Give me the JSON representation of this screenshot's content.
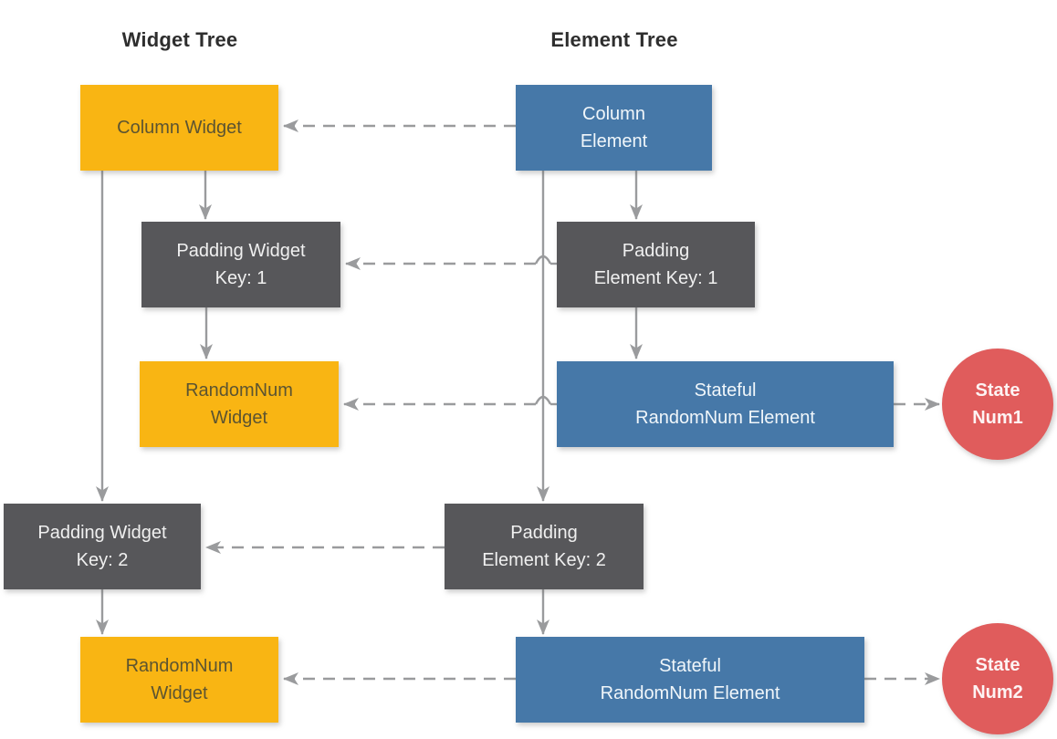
{
  "diagram": {
    "headers": [
      {
        "id": "widget-tree",
        "label": "Widget Tree"
      },
      {
        "id": "element-tree",
        "label": "Element Tree"
      }
    ],
    "nodes": [
      {
        "id": "column-widget",
        "type": "widget",
        "label": "Column Widget"
      },
      {
        "id": "column-element",
        "type": "element",
        "label": "Column\nElement"
      },
      {
        "id": "padding-widget-1",
        "type": "padding",
        "label": "Padding Widget\nKey: 1"
      },
      {
        "id": "padding-element-1",
        "type": "padding",
        "label": "Padding\nElement Key: 1"
      },
      {
        "id": "randomnum-widget-1",
        "type": "widget",
        "label": "RandomNum\nWidget"
      },
      {
        "id": "stateful-randomnum-element-1",
        "type": "element",
        "label": "Stateful\nRandomNum Element"
      },
      {
        "id": "state-num1",
        "type": "state",
        "label": "State\nNum1"
      },
      {
        "id": "padding-widget-2",
        "type": "padding",
        "label": "Padding Widget\nKey: 2"
      },
      {
        "id": "padding-element-2",
        "type": "padding",
        "label": "Padding\nElement Key: 2"
      },
      {
        "id": "randomnum-widget-2",
        "type": "widget",
        "label": "RandomNum\nWidget"
      },
      {
        "id": "stateful-randomnum-element-2",
        "type": "element",
        "label": "Stateful\nRandomNum Element"
      },
      {
        "id": "state-num2",
        "type": "state",
        "label": "State\nNum2"
      }
    ],
    "edges": [
      {
        "from": "column-widget",
        "to": "padding-widget-2",
        "style": "solid-arrow"
      },
      {
        "from": "column-widget",
        "to": "padding-widget-1",
        "style": "solid-arrow"
      },
      {
        "from": "padding-widget-1",
        "to": "randomnum-widget-1",
        "style": "solid-arrow"
      },
      {
        "from": "column-element",
        "to": "padding-element-2",
        "style": "solid-arrow"
      },
      {
        "from": "column-element",
        "to": "padding-element-1",
        "style": "solid-arrow"
      },
      {
        "from": "padding-element-1",
        "to": "stateful-randomnum-element-1",
        "style": "solid-arrow"
      },
      {
        "from": "padding-widget-2",
        "to": "randomnum-widget-2",
        "style": "solid-arrow"
      },
      {
        "from": "padding-element-2",
        "to": "stateful-randomnum-element-2",
        "style": "solid-arrow"
      },
      {
        "from": "column-element",
        "to": "column-widget",
        "style": "dashed-arrow"
      },
      {
        "from": "padding-element-1",
        "to": "padding-widget-1",
        "style": "dashed-arrow"
      },
      {
        "from": "stateful-randomnum-element-1",
        "to": "randomnum-widget-1",
        "style": "dashed-arrow"
      },
      {
        "from": "stateful-randomnum-element-1",
        "to": "state-num1",
        "style": "dashed-arrow"
      },
      {
        "from": "padding-element-2",
        "to": "padding-widget-2",
        "style": "dashed-arrow"
      },
      {
        "from": "stateful-randomnum-element-2",
        "to": "randomnum-widget-2",
        "style": "dashed-arrow"
      },
      {
        "from": "stateful-randomnum-element-2",
        "to": "state-num2",
        "style": "dashed-arrow"
      }
    ],
    "colors": {
      "widget_yellow": "#f9b513",
      "element_blue": "#4678a8",
      "padding_gray": "#57575a",
      "state_red": "#e05c5c",
      "connector_gray": "#9a9b9d",
      "text_on_yellow": "#5c5431",
      "text_light": "#f0f0f0",
      "header_text": "#2e2e2e",
      "background": "#ffffff"
    }
  }
}
